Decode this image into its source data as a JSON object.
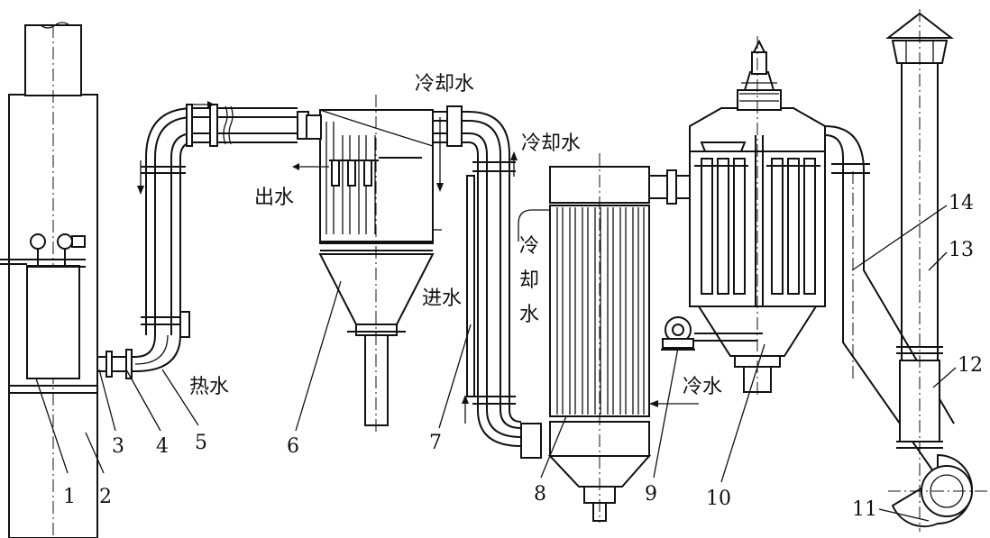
{
  "labels": {
    "cooling_water_top": "冷却水",
    "cooling_water_right": "冷却水",
    "water_out": "出水",
    "hot_water": "热水",
    "water_in": "进水",
    "cooling_water_vertical": [
      "冷",
      "却",
      "水"
    ],
    "cold_water": "冷水"
  },
  "part_numbers": [
    "1",
    "2",
    "3",
    "4",
    "5",
    "6",
    "7",
    "8",
    "9",
    "10",
    "11",
    "12",
    "13",
    "14"
  ]
}
